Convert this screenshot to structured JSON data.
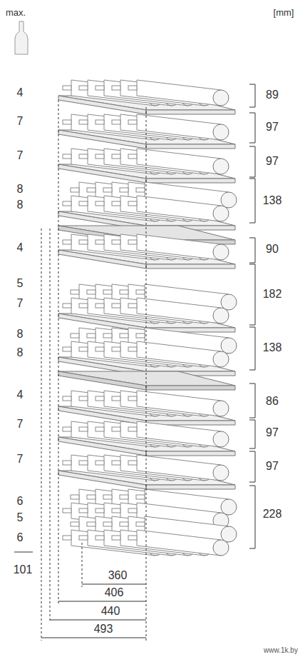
{
  "diagram": {
    "labels": [
      "max.",
      "[mm]",
      "4",
      "7",
      "7",
      "8",
      "8",
      "4",
      "5",
      "7",
      "8",
      "8",
      "4",
      "7",
      "7",
      "6",
      "5",
      "6",
      "101",
      "89",
      "97",
      "97",
      "138",
      "90",
      "182",
      "138",
      "86",
      "97",
      "97",
      "228",
      "360",
      "406",
      "440",
      "493",
      "www.1k.by"
    ]
  }
}
